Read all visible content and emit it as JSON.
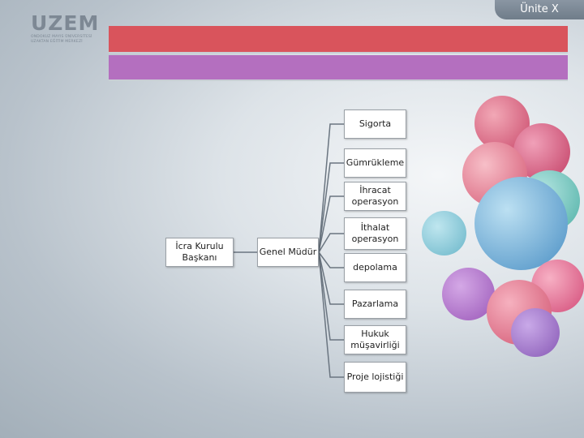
{
  "header": {
    "unit_label": "Ünite X",
    "logo": {
      "word": "UZEM",
      "sub1": "ONDOKUZ MAYIS ÜNİVERSİTESİ",
      "sub2": "UZAKTAN EĞİTİM MERKEZİ"
    }
  },
  "title_bar": "",
  "subtitle_bar": "",
  "colors": {
    "title_bar": "#d9545c",
    "subtitle_bar": "#b46fbf"
  },
  "org_chart": {
    "root": "İcra Kurulu Başkanı",
    "manager": "Genel Müdür",
    "departments": [
      "Sigorta",
      "Gümrükleme",
      "İhracat operasyon",
      "İthalat operasyon",
      "depolama",
      "Pazarlama",
      "Hukuk müşavirliği",
      "Proje lojistiği"
    ]
  }
}
